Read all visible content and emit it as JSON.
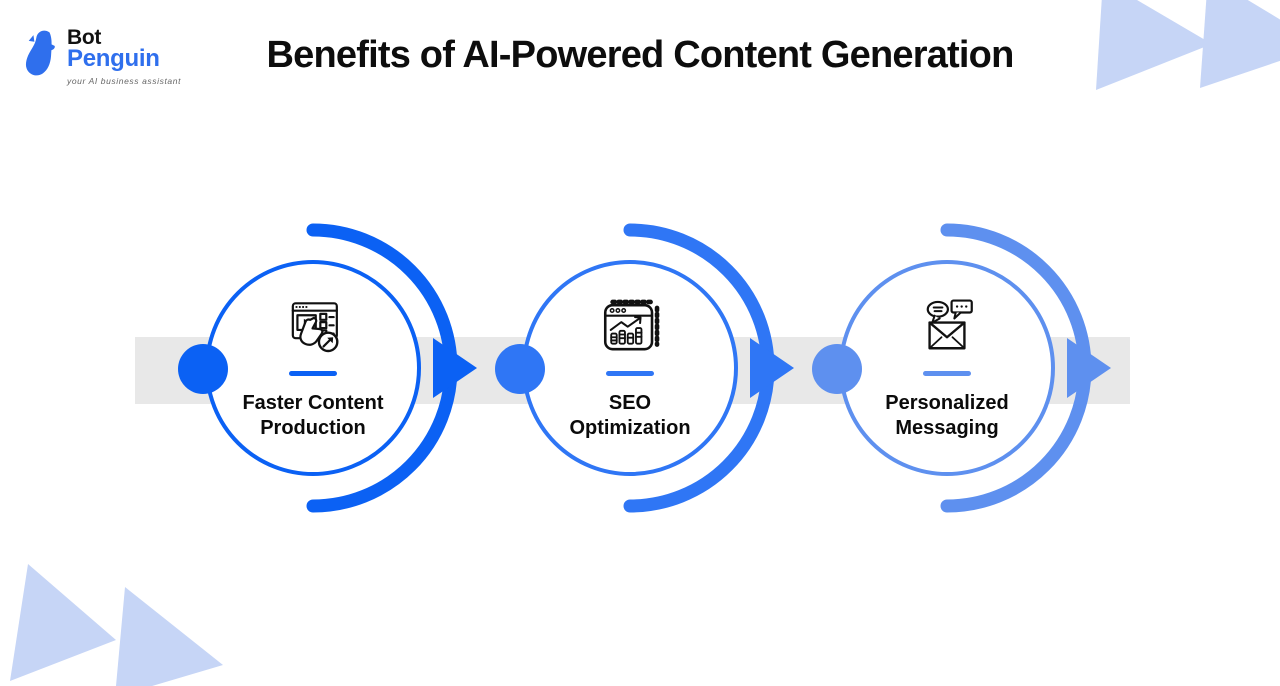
{
  "colors": {
    "background": "#FFFFFF",
    "band": "#E8E8E8",
    "decor_triangle": "#C6D5F6",
    "title_text": "#0D0D0D",
    "label_text": "#0B0B0B",
    "logo_blue": "#2F6FED",
    "logo_black": "#111111",
    "tagline_gray": "#666666"
  },
  "header": {
    "title": "Benefits of AI-Powered Content Generation",
    "logo": {
      "brand_top": "Bot",
      "brand_bottom": "Penguin",
      "tagline": "your AI business assistant"
    }
  },
  "timeline": {
    "steps": [
      {
        "icon": "content-production-icon",
        "accent": "#0B61F4",
        "label_lines": [
          "Faster Content",
          "Production"
        ]
      },
      {
        "icon": "seo-optimization-icon",
        "accent": "#2F76F5",
        "label_lines": [
          "SEO",
          "Optimization"
        ]
      },
      {
        "icon": "personalized-messaging-icon",
        "accent": "#5E90EF",
        "label_lines": [
          "Personalized",
          "Messaging"
        ]
      }
    ]
  }
}
